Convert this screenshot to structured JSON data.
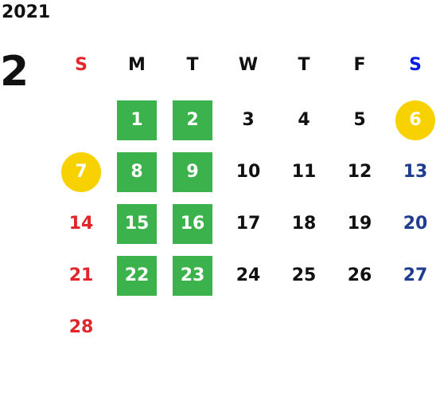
{
  "calendar": {
    "year": "2021",
    "month": "2",
    "weekdays": [
      {
        "label": "S",
        "color": "#e8242b"
      },
      {
        "label": "M",
        "color": "#111111"
      },
      {
        "label": "T",
        "color": "#111111"
      },
      {
        "label": "W",
        "color": "#111111"
      },
      {
        "label": "T",
        "color": "#111111"
      },
      {
        "label": "F",
        "color": "#111111"
      },
      {
        "label": "S",
        "color": "#0a1de8"
      }
    ],
    "colors": {
      "sunday": "#e0262b",
      "saturday": "#1f3c8f",
      "weekday": "#111111",
      "green_highlight": "#3bb24b",
      "yellow_highlight": "#f8d100"
    },
    "weeks": [
      [
        {
          "day": ""
        },
        {
          "day": "1",
          "highlight": "green"
        },
        {
          "day": "2",
          "highlight": "green"
        },
        {
          "day": "3"
        },
        {
          "day": "4"
        },
        {
          "day": "5"
        },
        {
          "day": "6",
          "highlight": "yellow"
        }
      ],
      [
        {
          "day": "7",
          "highlight": "yellow"
        },
        {
          "day": "8",
          "highlight": "green"
        },
        {
          "day": "9",
          "highlight": "green"
        },
        {
          "day": "10"
        },
        {
          "day": "11"
        },
        {
          "day": "12"
        },
        {
          "day": "13"
        }
      ],
      [
        {
          "day": "14"
        },
        {
          "day": "15",
          "highlight": "green"
        },
        {
          "day": "16",
          "highlight": "green"
        },
        {
          "day": "17"
        },
        {
          "day": "18"
        },
        {
          "day": "19"
        },
        {
          "day": "20"
        }
      ],
      [
        {
          "day": "21"
        },
        {
          "day": "22",
          "highlight": "green"
        },
        {
          "day": "23",
          "highlight": "green"
        },
        {
          "day": "24"
        },
        {
          "day": "25"
        },
        {
          "day": "26"
        },
        {
          "day": "27"
        }
      ],
      [
        {
          "day": "28"
        },
        {
          "day": ""
        },
        {
          "day": ""
        },
        {
          "day": ""
        },
        {
          "day": ""
        },
        {
          "day": ""
        },
        {
          "day": ""
        }
      ]
    ]
  }
}
